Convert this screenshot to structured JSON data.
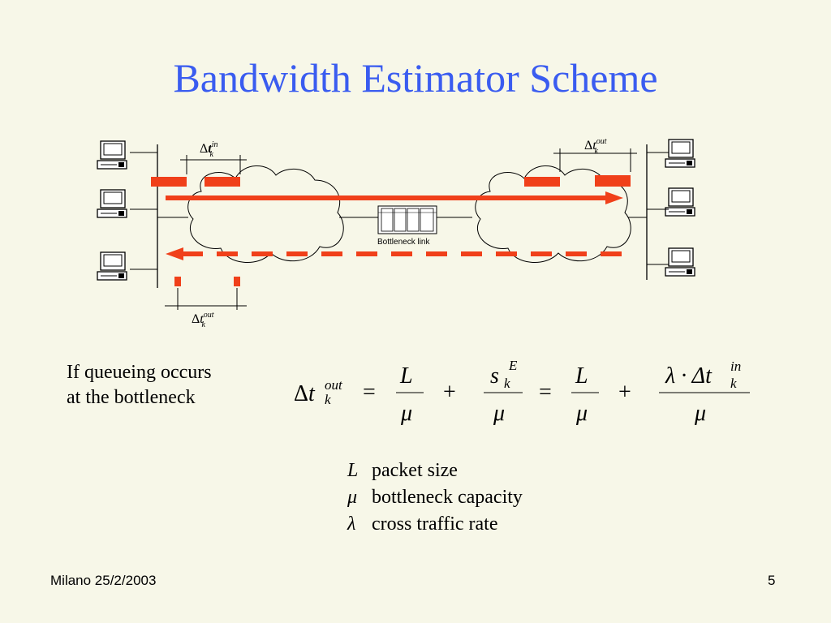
{
  "title": "Bandwidth Estimator Scheme",
  "diagram": {
    "bottleneck_label": "Bottleneck link",
    "delta_symbol": "Δ",
    "t_var": "t",
    "sub_k": "k",
    "sup_in": "in",
    "sup_out": "out"
  },
  "queue_note": {
    "line1": "If queueing occurs",
    "line2": "at the bottleneck"
  },
  "equation": {
    "delta": "Δ",
    "t": "t",
    "k": "k",
    "out": "out",
    "in": "in",
    "equals": "=",
    "plus": "+",
    "L": "L",
    "mu": "μ",
    "s": "s",
    "E": "E",
    "lambda_dot": "λ · Δ"
  },
  "legend": [
    {
      "symbol": "L",
      "label": "packet size"
    },
    {
      "symbol": "μ",
      "label": "bottleneck capacity"
    },
    {
      "symbol": "λ",
      "label": "cross traffic rate"
    }
  ],
  "footer": {
    "location_date": "Milano 25/2/2003",
    "page_number": "5"
  },
  "colors": {
    "title": "#3a5cf0",
    "arrow": "#f0401a",
    "background": "#f7f7e8"
  }
}
